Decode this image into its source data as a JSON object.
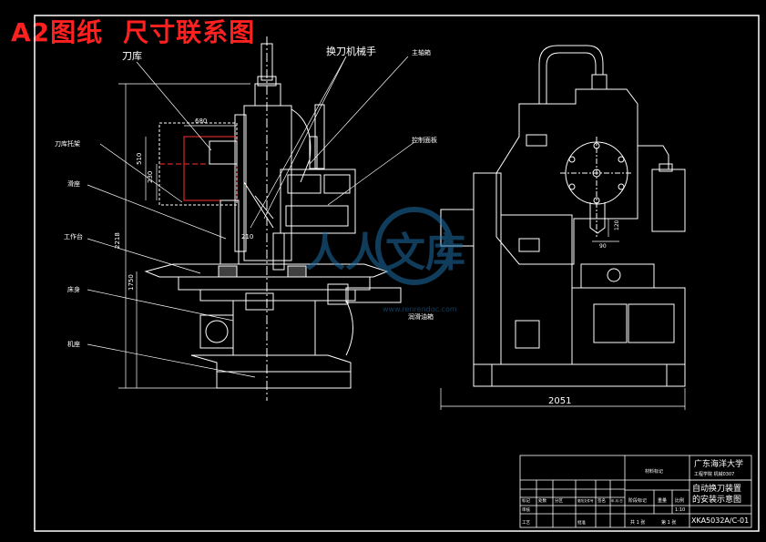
{
  "header": {
    "title_part1": "A2图纸",
    "title_part2": "尺寸联系图"
  },
  "labels": {
    "tool_magazine": "刀库",
    "tool_changer_arm": "换刀机械手",
    "spindle_box": "主轴箱",
    "magazine_bracket": "刀库托架",
    "slide": "滑座",
    "worktable": "工作台",
    "bed": "床身",
    "control_panel": "控制面板",
    "base": "机座",
    "lube_box": "润滑油箱"
  },
  "dimensions": {
    "magazine_width": "680",
    "magazine_height": "510",
    "magazine_lower": "230",
    "offset_210": "210",
    "total_height": "2218",
    "table_height": "1750",
    "overall_width": "2051",
    "side_120": "120",
    "side_90": "90"
  },
  "title_block": {
    "school": "广东海洋大学",
    "dept": "工程学院  机械0307",
    "drawing_name_line1": "自动换刀装置",
    "drawing_name_line2": "的安装示意图",
    "drawing_no": "XKA5032A/C-01",
    "material": "材料标记",
    "scale_label": "比例",
    "scale_value": "1:10",
    "stage_label": "阶段标记",
    "weight_label": "重量",
    "sheet_total": "共 1 张",
    "sheet_no": "第 1 张",
    "row_labels": [
      "标记",
      "处数",
      "分区",
      "更改文件号",
      "签名",
      "年.月.日"
    ],
    "review": "审核",
    "process": "工艺",
    "approve": "批准"
  },
  "watermark": {
    "text": "人人文库",
    "url": "www.renrendoc.com"
  }
}
